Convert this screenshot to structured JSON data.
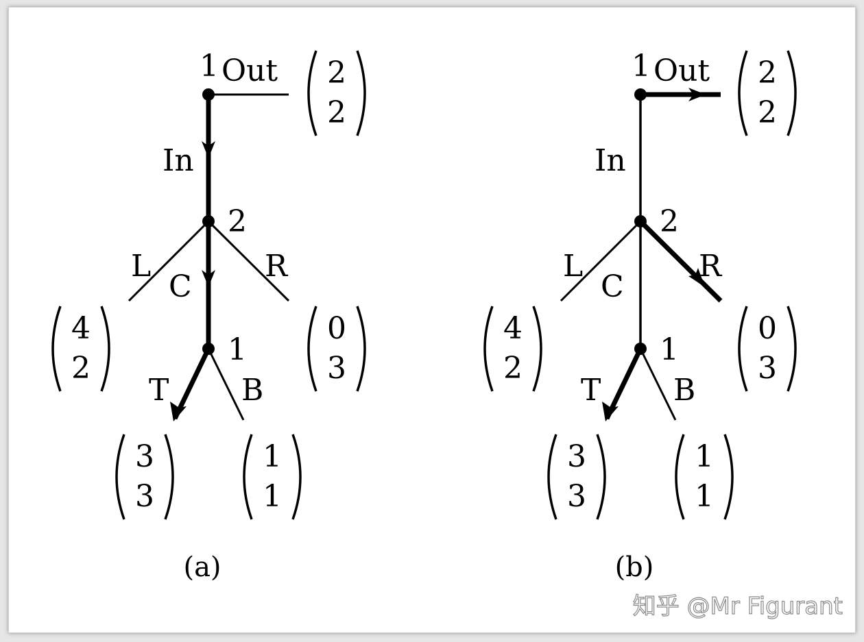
{
  "panels": [
    {
      "caption": "(a)",
      "node_top": "1",
      "node_mid": "2",
      "node_bot": "1",
      "edge_out": "Out",
      "edge_in": "In",
      "edge_l": "L",
      "edge_c": "C",
      "edge_r": "R",
      "edge_t": "T",
      "edge_b": "B",
      "payoff_out": [
        "2",
        "2"
      ],
      "payoff_l": [
        "4",
        "2"
      ],
      "payoff_r": [
        "0",
        "3"
      ],
      "payoff_t": [
        "3",
        "3"
      ],
      "payoff_b": [
        "1",
        "1"
      ]
    },
    {
      "caption": "(b)",
      "node_top": "1",
      "node_mid": "2",
      "node_bot": "1",
      "edge_out": "Out",
      "edge_in": "In",
      "edge_l": "L",
      "edge_c": "C",
      "edge_r": "R",
      "edge_t": "T",
      "edge_b": "B",
      "payoff_out": [
        "2",
        "2"
      ],
      "payoff_l": [
        "4",
        "2"
      ],
      "payoff_r": [
        "0",
        "3"
      ],
      "payoff_t": [
        "3",
        "3"
      ],
      "payoff_b": [
        "1",
        "1"
      ]
    }
  ],
  "watermark": "知乎 @Mr Figurant"
}
